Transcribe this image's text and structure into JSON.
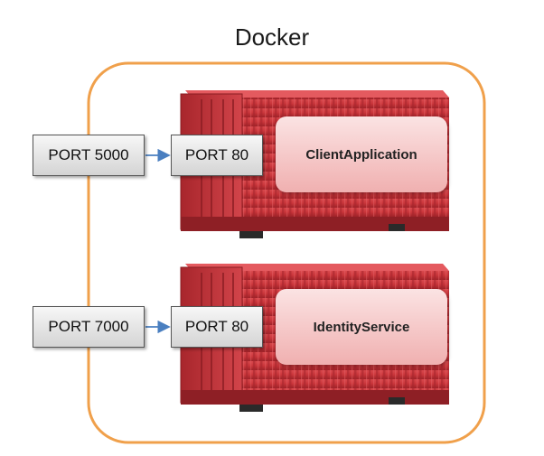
{
  "diagram": {
    "title": "Docker",
    "colors": {
      "frame": "#f0a04b",
      "container": "#c9353a",
      "arrow": "#4a7fc0"
    },
    "services": [
      {
        "host_port": "PORT 5000",
        "container_port": "PORT 80",
        "name": "ClientApplication"
      },
      {
        "host_port": "PORT 7000",
        "container_port": "PORT 80",
        "name": "IdentityService"
      }
    ]
  }
}
